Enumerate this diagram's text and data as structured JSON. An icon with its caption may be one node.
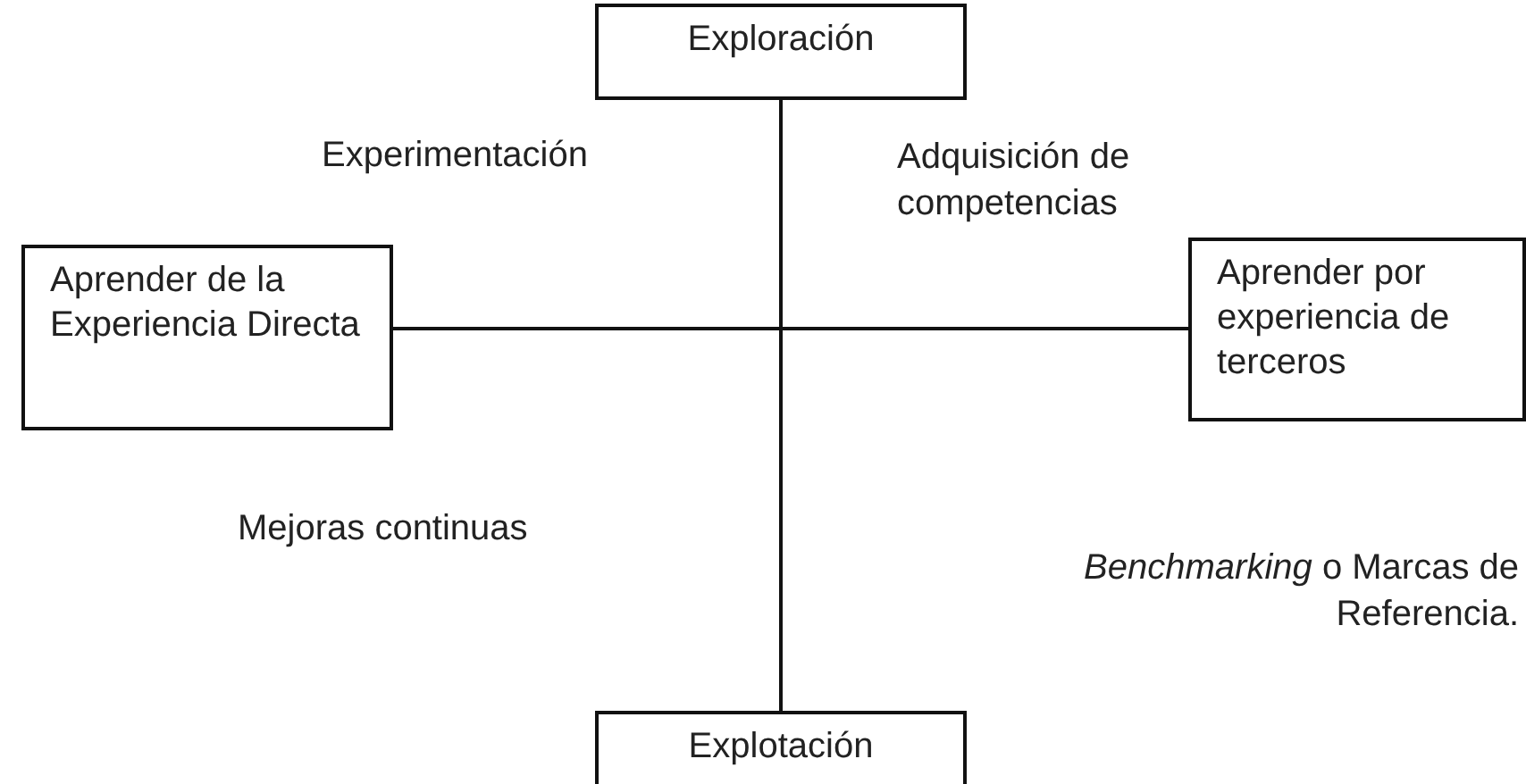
{
  "diagram": {
    "nodes": [
      {
        "text": [
          "Exploración"
        ]
      },
      {
        "text": [
          "Aprender de la Experiencia Directa"
        ]
      },
      {
        "text": [
          "Aprender por experiencia de terceros"
        ]
      },
      {
        "text": [
          "Explotación"
        ]
      }
    ],
    "edges": [
      {
        "from": 0,
        "to": 3,
        "arrow": "none"
      },
      {
        "from": 1,
        "to": 2,
        "arrow": "none"
      }
    ],
    "labels": [
      "Experimentación",
      "Adquisición de competencias",
      "Mejoras continuas",
      "*Benchmarking* o Marcas de Referencia."
    ]
  }
}
